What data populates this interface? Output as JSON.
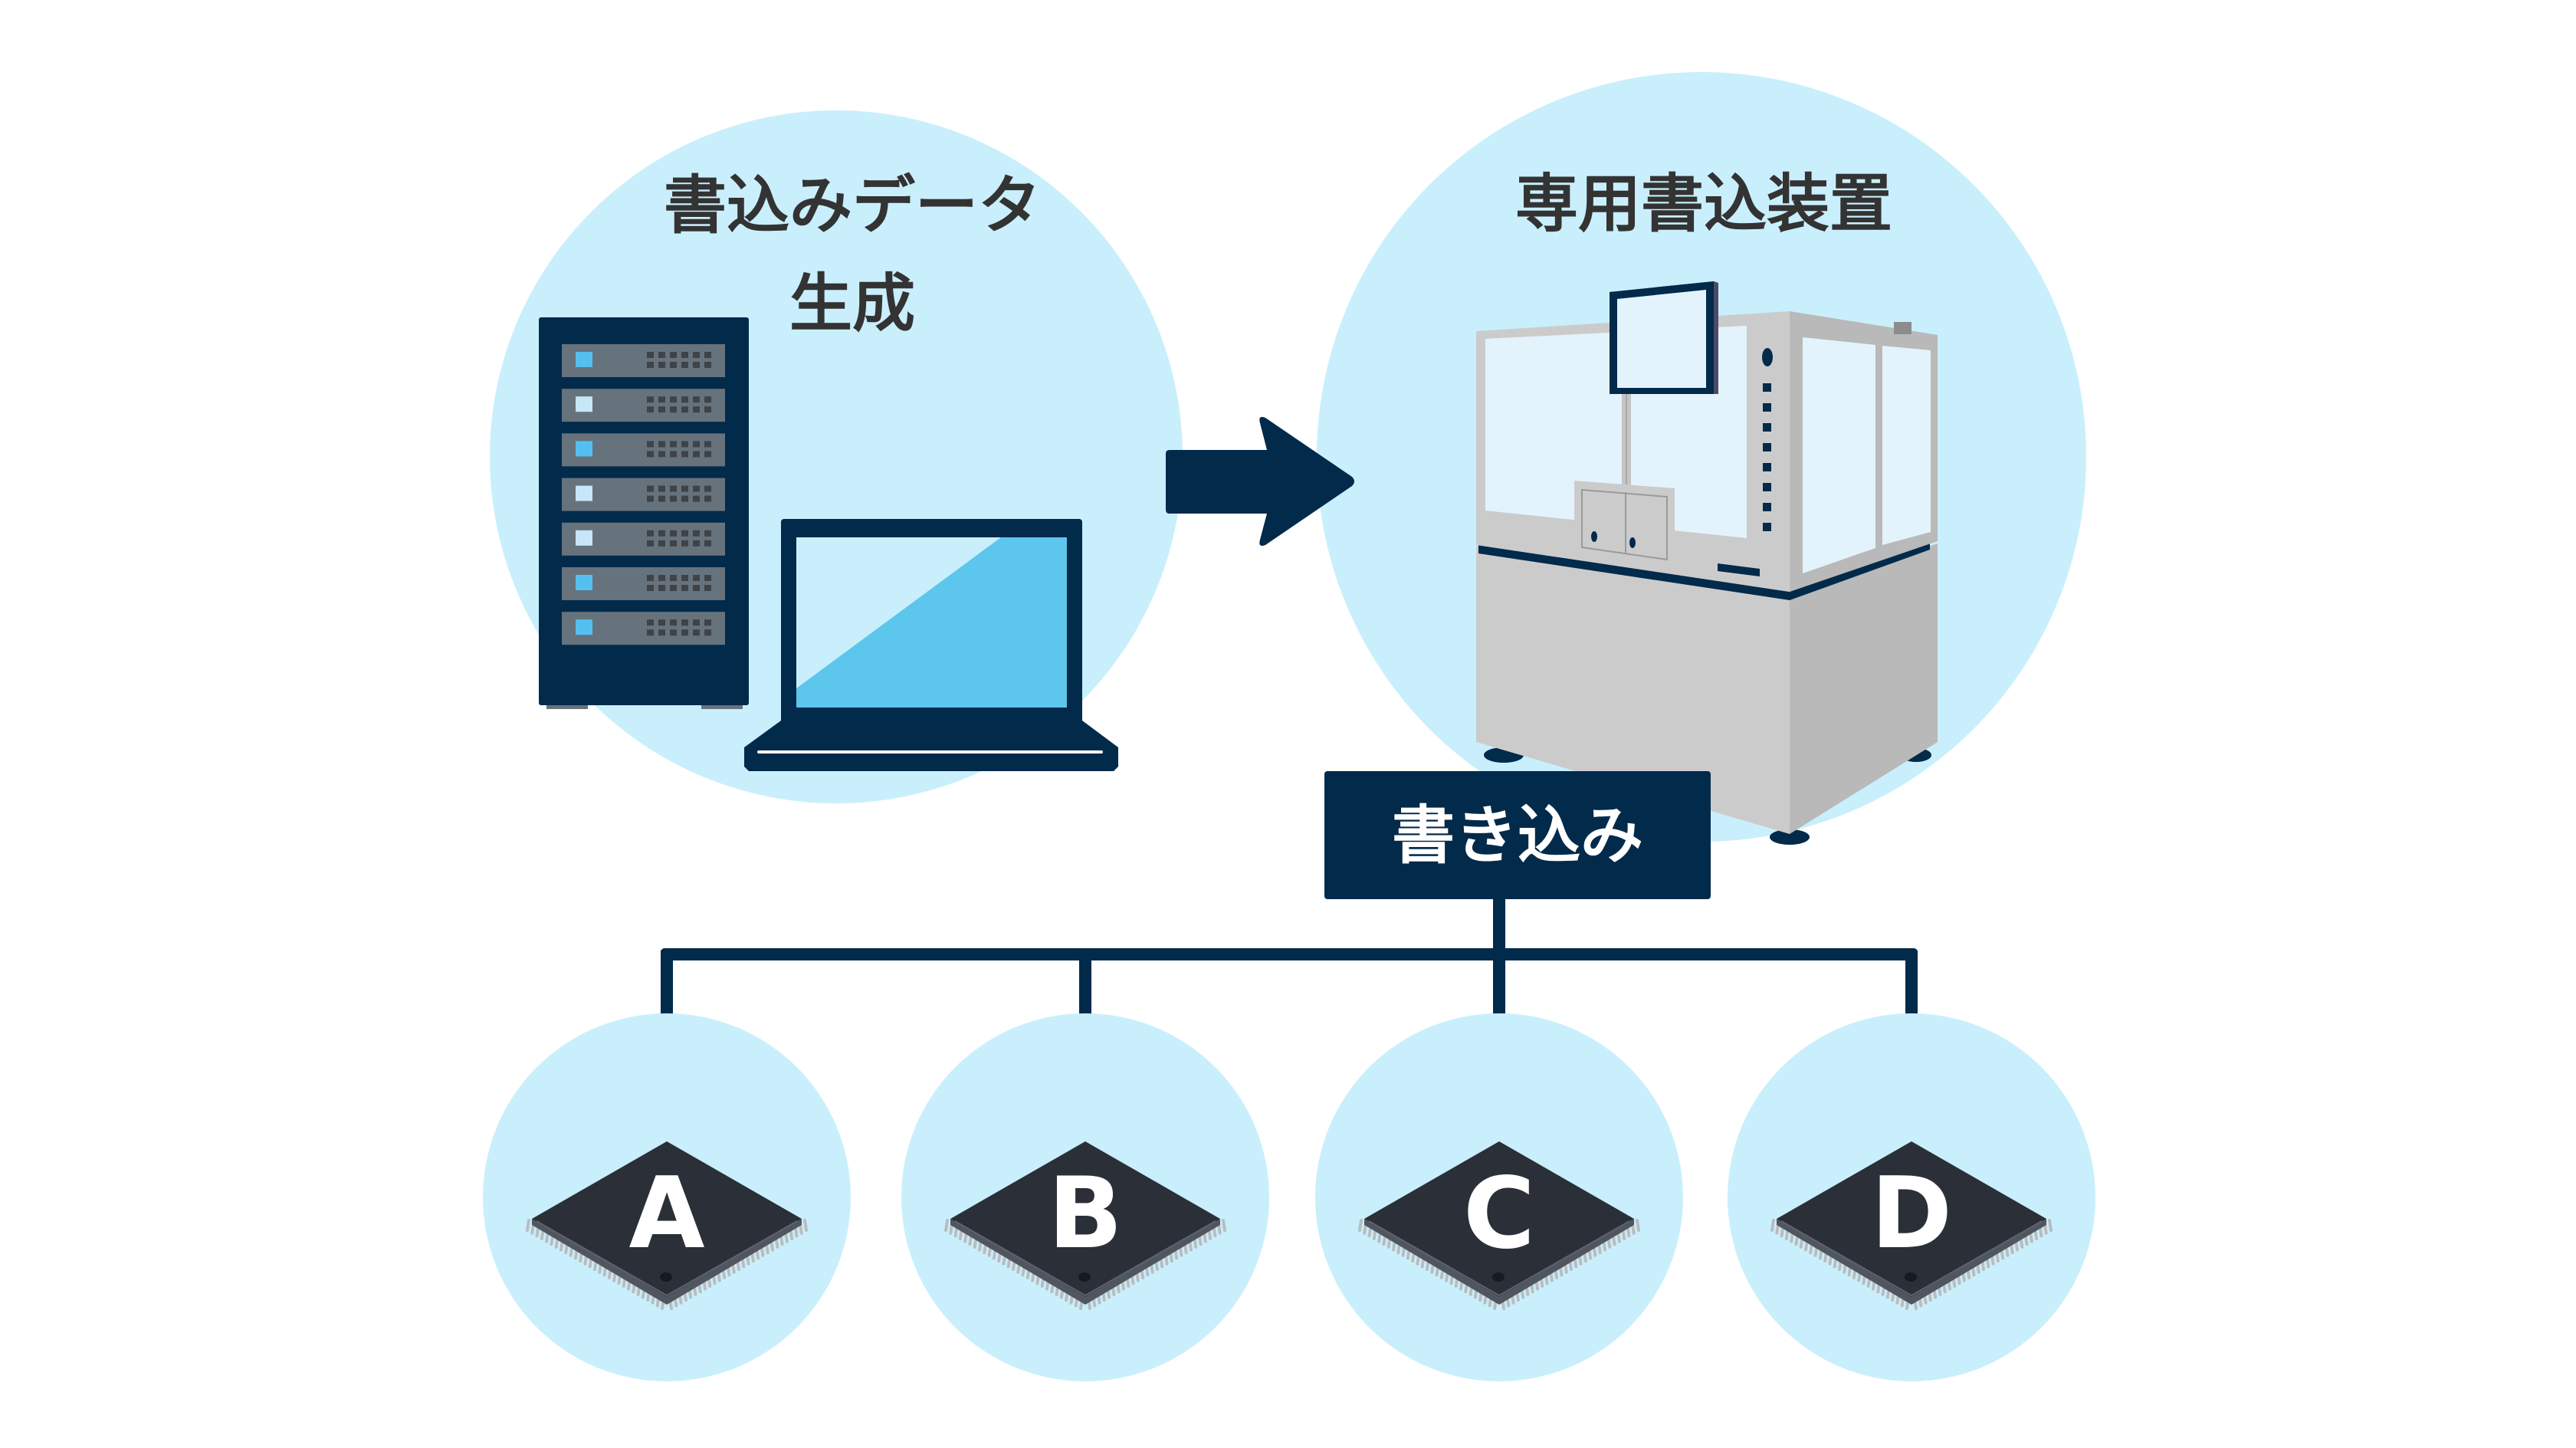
{
  "colors": {
    "background": "#ffffff",
    "circle_fill": "#c9effc",
    "navy": "#022a4b",
    "title_text": "#333333",
    "chip_body": "#2b2f38",
    "server_unit": "#66727c",
    "led_blue": "#55c0f0",
    "led_light": "#c7e6f7",
    "laptop_screen_light": "#c9effc",
    "laptop_screen_blue": "#5dc6ec",
    "machine_light": "#cccbcc",
    "machine_dark": "#b9b9b9",
    "glass": "#e3f3fc"
  },
  "stages": {
    "data_generation": {
      "title_line1": "書込みデータ",
      "title_line2": "生成",
      "server_led_states": [
        "blue",
        "light",
        "blue",
        "light",
        "light",
        "blue",
        "blue"
      ]
    },
    "writer_device": {
      "title": "専用書込装置"
    }
  },
  "flow_arrow": {
    "direction": "right",
    "from": "data_generation",
    "to": "writer_device"
  },
  "write_box": {
    "label": "書き込み"
  },
  "targets": [
    {
      "label": "A"
    },
    {
      "label": "B"
    },
    {
      "label": "C"
    },
    {
      "label": "D"
    }
  ]
}
